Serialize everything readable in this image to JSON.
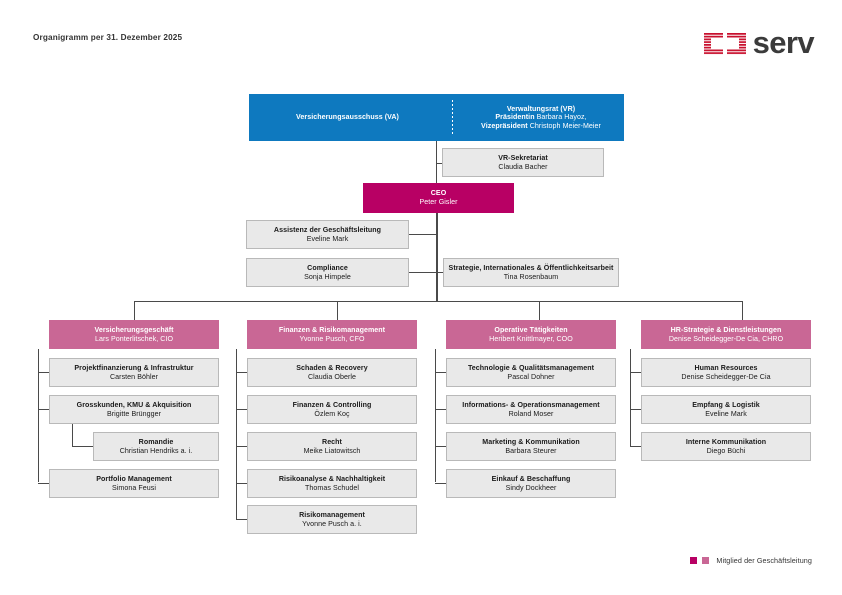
{
  "document": {
    "title": "Organigramm per 31. Dezember 2025"
  },
  "brand": {
    "wordmark": "serv",
    "mark_color": "#c8102e",
    "word_color": "#3b3b3b"
  },
  "colors": {
    "blue": "#0e79bf",
    "magenta": "#b80064",
    "pink": "#c96795",
    "grey_box": "#e9e9e9",
    "grey_border": "#b9b9b9",
    "connector": "#4a4a4a"
  },
  "board": {
    "committee": {
      "title": "Versicherungsausschuss (VA)",
      "lines": []
    },
    "council": {
      "title": "Verwaltungsrat (VR)",
      "role1_label": "Präsidentin",
      "role1_name": "Barbara Hayoz,",
      "role2_label": "Vizepräsident",
      "role2_name": "Christoph Meier-Meier"
    },
    "secretariat": {
      "title": "VR-Sekretariat",
      "person": "Claudia Bacher"
    }
  },
  "ceo": {
    "title": "CEO",
    "person": "Peter Gisler"
  },
  "staff": [
    {
      "title": "Assistenz der Geschäftsleitung",
      "person": "Eveline Mark"
    },
    {
      "title": "Compliance",
      "person": "Sonja Himpele"
    },
    {
      "title": "Strategie, Internationales & Öffentlichkeitsarbeit",
      "person": "Tina Rosenbaum"
    }
  ],
  "divisions": [
    {
      "title": "Versicherungsgeschäft",
      "person": "Lars Ponterlitschek, CIO",
      "units": [
        {
          "title": "Projektfinanzierung & Infrastruktur",
          "person": "Carsten Böhler"
        },
        {
          "title": "Grosskunden, KMU & Akquisition",
          "person": "Brigitte Brüngger"
        },
        {
          "title": "Romandie",
          "person": "Christian Hendriks a. i."
        },
        {
          "title": "Portfolio Management",
          "person": "Simona Feusi"
        }
      ]
    },
    {
      "title": "Finanzen & Risikomanagement",
      "person": "Yvonne Pusch, CFO",
      "units": [
        {
          "title": "Schaden & Recovery",
          "person": "Claudia Oberle"
        },
        {
          "title": "Finanzen & Controlling",
          "person": "Özlem Koç"
        },
        {
          "title": "Recht",
          "person": "Meike Liatowitsch"
        },
        {
          "title": "Risikoanalyse & Nachhaltigkeit",
          "person": "Thomas Schudel"
        },
        {
          "title": "Risikomanagement",
          "person": "Yvonne Pusch a. i."
        }
      ]
    },
    {
      "title": "Operative Tätigkeiten",
      "person": "Heribert Knittlmayer, COO",
      "units": [
        {
          "title": "Technologie & Qualitätsmanagement",
          "person": "Pascal Dohner"
        },
        {
          "title": "Informations- & Operationsmanagement",
          "person": "Roland Moser"
        },
        {
          "title": "Marketing & Kommunikation",
          "person": "Barbara Steurer"
        },
        {
          "title": "Einkauf & Beschaffung",
          "person": "Sindy Dockheer"
        }
      ]
    },
    {
      "title": "HR-Strategie & Dienstleistungen",
      "person": "Denise Scheidegger-De Cia, CHRO",
      "units": [
        {
          "title": "Human Resources",
          "person": "Denise Scheidegger-De Cia"
        },
        {
          "title": "Empfang & Logistik",
          "person": "Eveline Mark"
        },
        {
          "title": "Interne Kommunikation",
          "person": "Diego Büchi"
        }
      ]
    }
  ],
  "legend": {
    "label": "Mitglied der Geschäftsleitung"
  }
}
